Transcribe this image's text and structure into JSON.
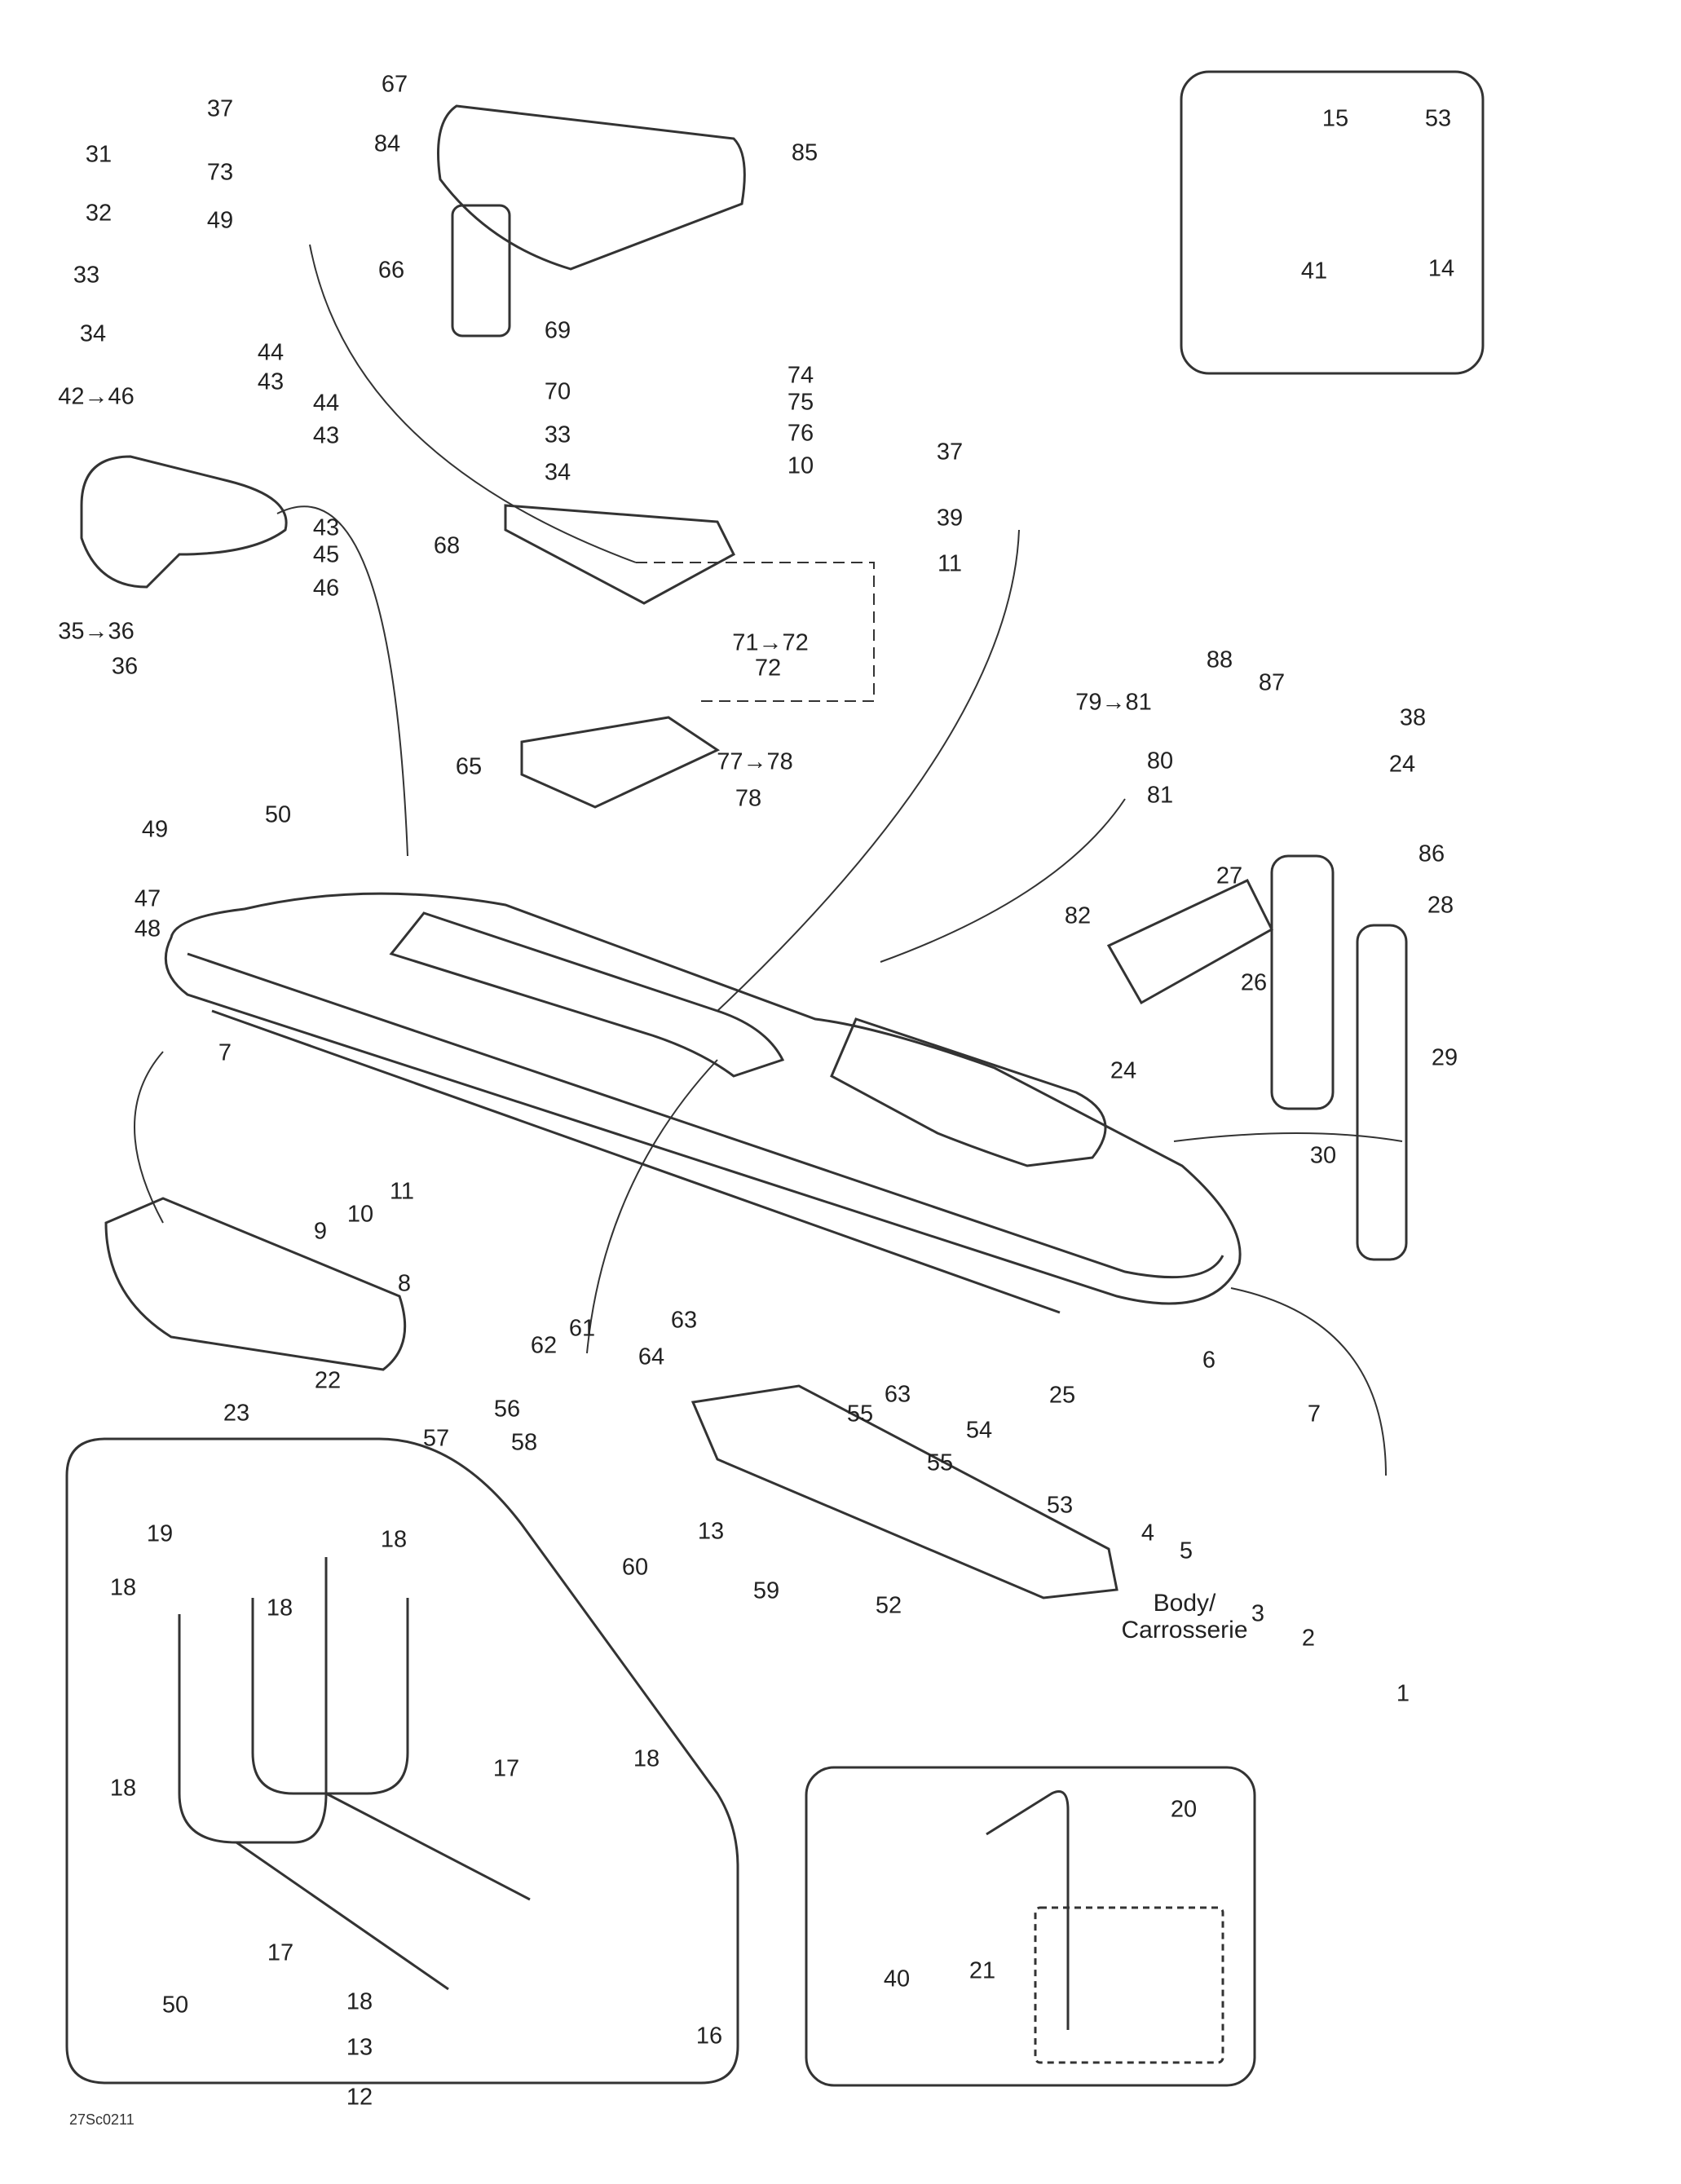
{
  "diagram": {
    "title": "Watercraft body / seat / hull parts exploded view",
    "reference_code": "27Sc0211",
    "body_note": [
      "Body/",
      "Carrosserie"
    ],
    "callouts": [
      {
        "id": "c67",
        "text": "67"
      },
      {
        "id": "c84",
        "text": "84"
      },
      {
        "id": "c85",
        "text": "85"
      },
      {
        "id": "c66",
        "text": "66"
      },
      {
        "id": "c37a",
        "text": "37"
      },
      {
        "id": "c73",
        "text": "73"
      },
      {
        "id": "c49a",
        "text": "49"
      },
      {
        "id": "c31",
        "text": "31"
      },
      {
        "id": "c32",
        "text": "32"
      },
      {
        "id": "c33a",
        "text": "33"
      },
      {
        "id": "c34a",
        "text": "34"
      },
      {
        "id": "c44a",
        "text": "44"
      },
      {
        "id": "c43a",
        "text": "43"
      },
      {
        "id": "c44b",
        "text": "44"
      },
      {
        "id": "c43b",
        "text": "43"
      },
      {
        "id": "c4246",
        "text": "42→46"
      },
      {
        "id": "c43c",
        "text": "43"
      },
      {
        "id": "c45",
        "text": "45"
      },
      {
        "id": "c46",
        "text": "46"
      },
      {
        "id": "c3536",
        "text": "35→36"
      },
      {
        "id": "c36",
        "text": "36"
      },
      {
        "id": "c69",
        "text": "69"
      },
      {
        "id": "c70",
        "text": "70"
      },
      {
        "id": "c33b",
        "text": "33"
      },
      {
        "id": "c34b",
        "text": "34"
      },
      {
        "id": "c74",
        "text": "74"
      },
      {
        "id": "c75",
        "text": "75"
      },
      {
        "id": "c76",
        "text": "76"
      },
      {
        "id": "c10a",
        "text": "10"
      },
      {
        "id": "c68",
        "text": "68"
      },
      {
        "id": "c7172",
        "text": "71→72"
      },
      {
        "id": "c72",
        "text": "72"
      },
      {
        "id": "c65",
        "text": "65"
      },
      {
        "id": "c7778",
        "text": "77→78"
      },
      {
        "id": "c78",
        "text": "78"
      },
      {
        "id": "c37b",
        "text": "37"
      },
      {
        "id": "c39",
        "text": "39"
      },
      {
        "id": "c11a",
        "text": "11"
      },
      {
        "id": "c15",
        "text": "15"
      },
      {
        "id": "c53a",
        "text": "53"
      },
      {
        "id": "c41",
        "text": "41"
      },
      {
        "id": "c14",
        "text": "14"
      },
      {
        "id": "c88",
        "text": "88"
      },
      {
        "id": "c87",
        "text": "87"
      },
      {
        "id": "c38",
        "text": "38"
      },
      {
        "id": "c24a",
        "text": "24"
      },
      {
        "id": "c7981",
        "text": "79→81"
      },
      {
        "id": "c80",
        "text": "80"
      },
      {
        "id": "c81",
        "text": "81"
      },
      {
        "id": "c86",
        "text": "86"
      },
      {
        "id": "c27",
        "text": "27"
      },
      {
        "id": "c82",
        "text": "82"
      },
      {
        "id": "c28",
        "text": "28"
      },
      {
        "id": "c26",
        "text": "26"
      },
      {
        "id": "c29",
        "text": "29"
      },
      {
        "id": "c24b",
        "text": "24"
      },
      {
        "id": "c30",
        "text": "30"
      },
      {
        "id": "c49b",
        "text": "49"
      },
      {
        "id": "c50a",
        "text": "50"
      },
      {
        "id": "c47",
        "text": "47"
      },
      {
        "id": "c48",
        "text": "48"
      },
      {
        "id": "c7a",
        "text": "7"
      },
      {
        "id": "c11b",
        "text": "11"
      },
      {
        "id": "c10b",
        "text": "10"
      },
      {
        "id": "c9",
        "text": "9"
      },
      {
        "id": "c8",
        "text": "8"
      },
      {
        "id": "c22",
        "text": "22"
      },
      {
        "id": "c23",
        "text": "23"
      },
      {
        "id": "c61",
        "text": "61"
      },
      {
        "id": "c63a",
        "text": "63"
      },
      {
        "id": "c62",
        "text": "62"
      },
      {
        "id": "c64",
        "text": "64"
      },
      {
        "id": "c56",
        "text": "56"
      },
      {
        "id": "c57",
        "text": "57"
      },
      {
        "id": "c58",
        "text": "58"
      },
      {
        "id": "c63b",
        "text": "63"
      },
      {
        "id": "c55a",
        "text": "55"
      },
      {
        "id": "c54",
        "text": "54"
      },
      {
        "id": "c55b",
        "text": "55"
      },
      {
        "id": "c13a",
        "text": "13"
      },
      {
        "id": "c60",
        "text": "60"
      },
      {
        "id": "c59",
        "text": "59"
      },
      {
        "id": "c52",
        "text": "52"
      },
      {
        "id": "c53b",
        "text": "53"
      },
      {
        "id": "c25",
        "text": "25"
      },
      {
        "id": "c6",
        "text": "6"
      },
      {
        "id": "c7b",
        "text": "7"
      },
      {
        "id": "c4",
        "text": "4"
      },
      {
        "id": "c5",
        "text": "5"
      },
      {
        "id": "c3",
        "text": "3"
      },
      {
        "id": "c2",
        "text": "2"
      },
      {
        "id": "c1",
        "text": "1"
      },
      {
        "id": "c19",
        "text": "19"
      },
      {
        "id": "c18a",
        "text": "18"
      },
      {
        "id": "c18b",
        "text": "18"
      },
      {
        "id": "c18c",
        "text": "18"
      },
      {
        "id": "c17a",
        "text": "17"
      },
      {
        "id": "c18d",
        "text": "18"
      },
      {
        "id": "c18e",
        "text": "18"
      },
      {
        "id": "c50b",
        "text": "50"
      },
      {
        "id": "c17b",
        "text": "17"
      },
      {
        "id": "c18f",
        "text": "18"
      },
      {
        "id": "c13b",
        "text": "13"
      },
      {
        "id": "c12",
        "text": "12"
      },
      {
        "id": "c16",
        "text": "16"
      },
      {
        "id": "c20",
        "text": "20"
      },
      {
        "id": "c21",
        "text": "21"
      },
      {
        "id": "c40",
        "text": "40"
      }
    ]
  }
}
